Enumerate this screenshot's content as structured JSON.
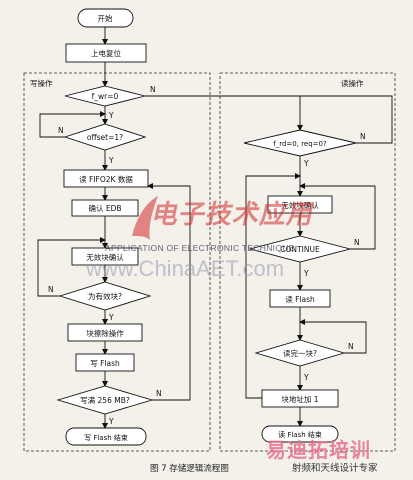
{
  "diagram": {
    "start": "开始",
    "power_reset": "上电复位",
    "write_group_label": "写操作",
    "read_group_label": "读操作",
    "write": {
      "cond_f_wr": "f_wr=0",
      "cond_offset": "offset=1?",
      "read_fifo": "读 FIFO2K 数据",
      "confirm_edb": "确认 EDB",
      "invalid_confirm": "无效块确认",
      "has_invalid": "为有效块?",
      "block_erase": "块擦除操作",
      "write_flash": "写 Flash",
      "full_256": "写满 256 MB?",
      "write_end": "写 Flash 结束"
    },
    "read": {
      "cond_rd": "f_rd=0, req=0?",
      "invalid_confirm": "无效块确认",
      "continue": "CONTINUE",
      "read_flash": "读 Flash",
      "read_one_block": "读完一块?",
      "block_addr_inc": "块地址加 1",
      "flash_end": "读 Flash 结束"
    },
    "yes": "Y",
    "no": "N"
  },
  "caption": "图 7  存储逻辑流程图",
  "watermark": {
    "cn": "电子技术应用",
    "en": "APPLICATION OF ELECTRONIC TECHNIQUE",
    "url": "www.ChinaAET.com"
  },
  "brand": {
    "name": "易迪拓培训",
    "subtitle": "射频和天线设计专家"
  },
  "colors": {
    "background": "#f3f1ea",
    "line": "#111111",
    "watermark_red": "#d22828"
  }
}
